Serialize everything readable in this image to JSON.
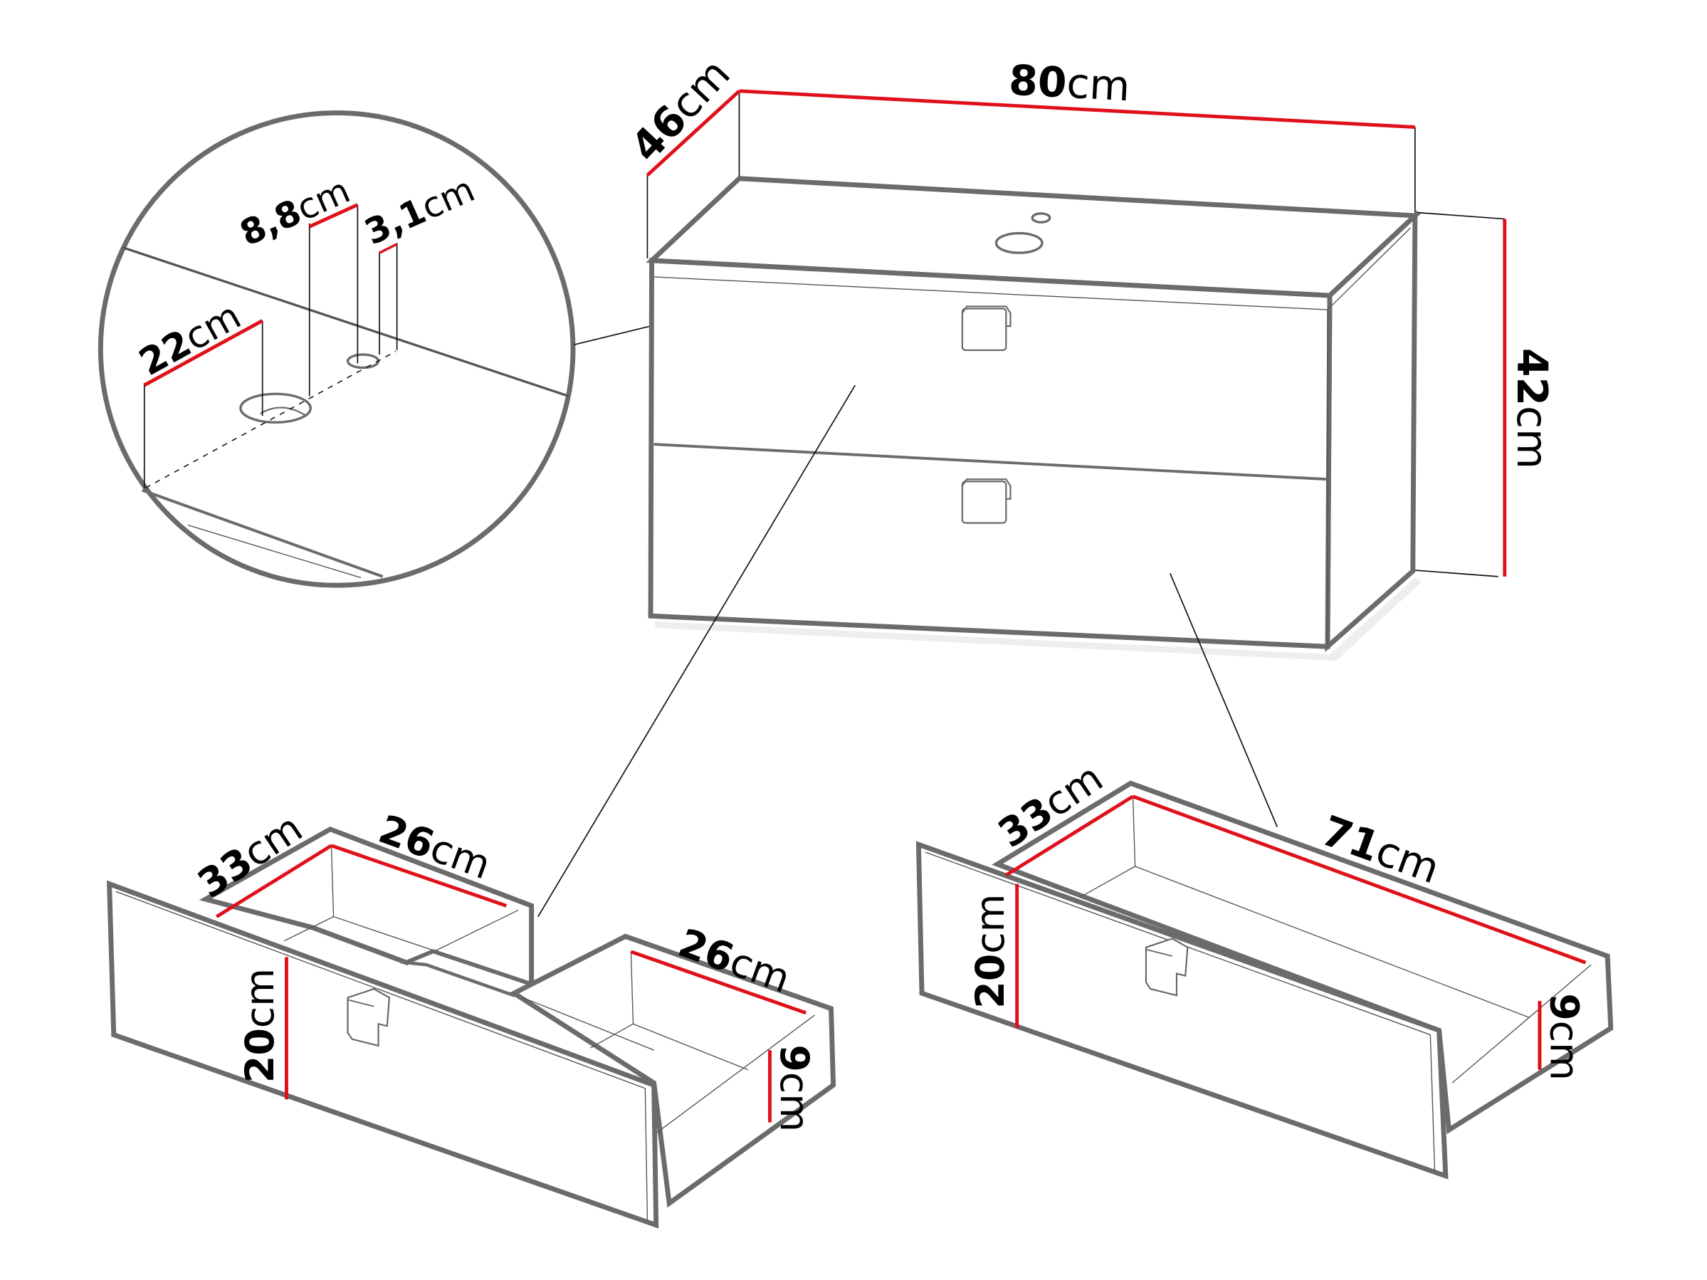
{
  "diagram": {
    "type": "furniture-dimension-drawing",
    "subject": "Bathroom vanity cabinet with two drawers",
    "colors": {
      "outline": "#6b6b6b",
      "dimension_line": "#e0101a",
      "text": "#000000",
      "background": "#ffffff"
    },
    "cabinet": {
      "width": {
        "value": "80",
        "unit": "cm"
      },
      "depth": {
        "value": "46",
        "unit": "cm"
      },
      "height": {
        "value": "42",
        "unit": "cm"
      }
    },
    "detail_circle": {
      "description": "Top view detail of tap and drain holes",
      "hole_offset": {
        "value": "22",
        "unit": "cm"
      },
      "large_hole_diameter": {
        "value": "8,8",
        "unit": "cm"
      },
      "small_hole_diameter": {
        "value": "3,1",
        "unit": "cm"
      }
    },
    "top_drawer": {
      "description": "Upper drawer with U-shaped cut-out (two compartments)",
      "depth": {
        "value": "33",
        "unit": "cm"
      },
      "left_compartment_width": {
        "value": "26",
        "unit": "cm"
      },
      "right_compartment_width": {
        "value": "26",
        "unit": "cm"
      },
      "front_height": {
        "value": "20",
        "unit": "cm"
      },
      "side_height": {
        "value": "9",
        "unit": "cm"
      }
    },
    "bottom_drawer": {
      "description": "Lower full-width drawer",
      "depth": {
        "value": "33",
        "unit": "cm"
      },
      "width": {
        "value": "71",
        "unit": "cm"
      },
      "front_height": {
        "value": "20",
        "unit": "cm"
      },
      "side_height": {
        "value": "9",
        "unit": "cm"
      }
    }
  }
}
